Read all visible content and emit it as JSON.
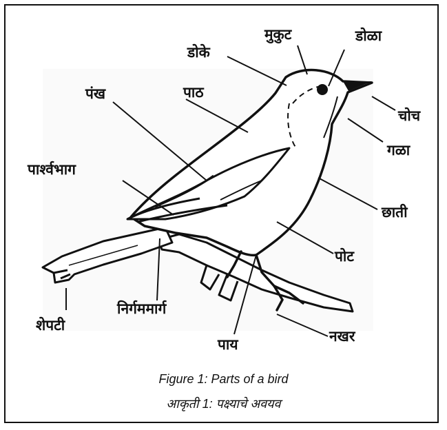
{
  "labels": {
    "mukut": "मुकुट",
    "dola": "डोळा",
    "doke": "डोके",
    "pankh": "पंख",
    "path": "पाठ",
    "choch": "चोच",
    "gala": "गळा",
    "parshvabhag": "पार्श्वभाग",
    "chhati": "छाती",
    "pot": "पोट",
    "shepti": "शेपटी",
    "nirgammarg": "निर्गममार्ग",
    "nakhar": "नखर",
    "pay": "पाय"
  },
  "caption": {
    "english": "Figure 1: Parts of a bird",
    "marathi": "आकृती 1: पक्ष्याचे अवयव"
  }
}
